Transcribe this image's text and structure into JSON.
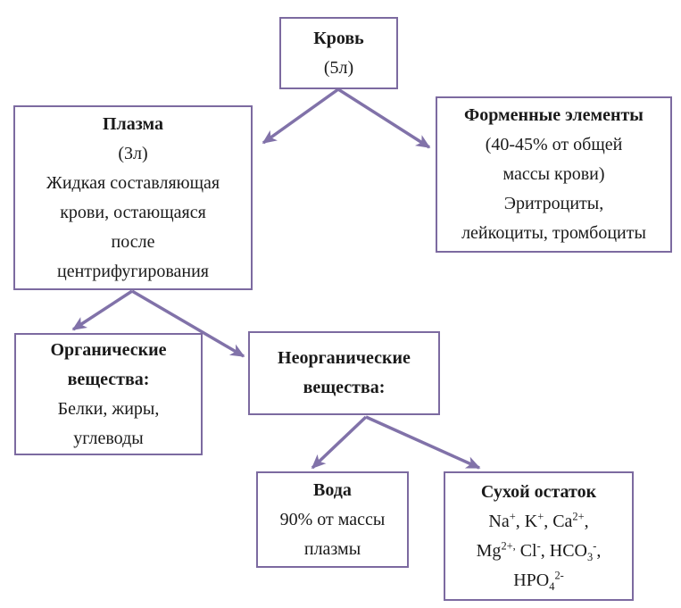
{
  "diagram": {
    "accent_color": "#7c6aa0",
    "arrow_color": "#8172a9",
    "nodes": {
      "blood": {
        "lines": [
          "Кровь",
          "(5л)"
        ]
      },
      "plasma": {
        "lines": [
          "Плазма",
          "(3л)",
          "Жидкая составляющая",
          "крови, остающаяся",
          "после",
          "центрифугирования"
        ]
      },
      "formed_elements": {
        "lines": [
          "Форменные элементы",
          "(40-45% от общей",
          "массы крови)",
          "Эритроциты,",
          "лейкоциты, тромбоциты"
        ]
      },
      "organic": {
        "lines": [
          "Органические",
          "вещества:",
          "Белки, жиры,",
          "углеводы"
        ]
      },
      "inorganic": {
        "lines": [
          "Неорганические",
          "вещества:"
        ]
      },
      "water": {
        "lines": [
          "Вода",
          "90% от массы",
          "плазмы"
        ]
      },
      "dry_residue": {
        "lines": [
          "Сухой остаток",
          "Na^{+}, K^{+}, Ca^{2+},",
          "Mg^{2+,} Cl^{-}, HCO_{3}^{-},",
          "HPO_{4}^{2-}"
        ]
      }
    },
    "edges": [
      {
        "from": "blood",
        "to": "plasma"
      },
      {
        "from": "blood",
        "to": "formed_elements"
      },
      {
        "from": "plasma",
        "to": "organic"
      },
      {
        "from": "plasma",
        "to": "inorganic"
      },
      {
        "from": "inorganic",
        "to": "water"
      },
      {
        "from": "inorganic",
        "to": "dry_residue"
      }
    ]
  }
}
